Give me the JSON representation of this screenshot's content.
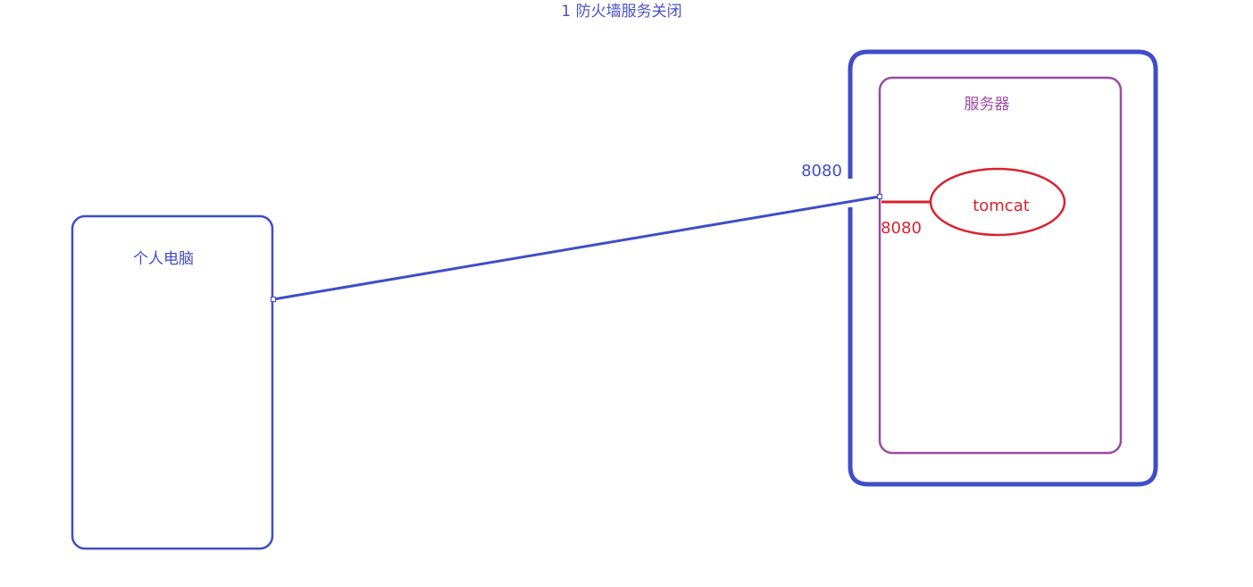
{
  "title": "1 防火墙服务关闭",
  "personal_computer": {
    "label": "个人电脑"
  },
  "firewall": {
    "port_label": "8080"
  },
  "server": {
    "label": "服务器",
    "port_label": "8080",
    "tomcat": {
      "label": "tomcat"
    }
  },
  "colors": {
    "blue": "#3f4dc8",
    "purple": "#9b4aa6",
    "red": "#d9232f",
    "title_blue": "#4a52c9"
  }
}
